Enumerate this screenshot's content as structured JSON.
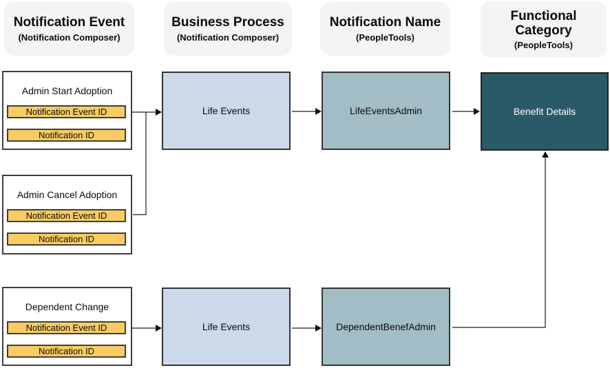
{
  "headers": [
    {
      "title": "Notification Event",
      "subtitle": "(Notification Composer)"
    },
    {
      "title": "Business Process",
      "subtitle": "(Notification Composer)"
    },
    {
      "title": "Notification Name",
      "subtitle": "(PeopleTools)"
    },
    {
      "title": "Functional\nCategory",
      "subtitle": "(PeopleTools)"
    }
  ],
  "events": [
    {
      "title": "Admin Start Adoption",
      "fields": [
        "Notification Event ID",
        "Notification ID"
      ]
    },
    {
      "title": "Admin Cancel Adoption",
      "fields": [
        "Notification Event ID",
        "Notification ID"
      ]
    },
    {
      "title": "Dependent Change",
      "fields": [
        "Notification Event ID",
        "Notification ID"
      ]
    }
  ],
  "processes": [
    {
      "label": "Life Events"
    },
    {
      "label": "Life Events"
    }
  ],
  "notifications": [
    {
      "label": "LifeEventsAdmin"
    },
    {
      "label": "DependentBenefAdmin"
    }
  ],
  "category": {
    "label": "Benefit Details"
  },
  "colors": {
    "header_bg": "#f4f4f4",
    "field_yellow": "#f8cc63",
    "process_lightblue": "#ccd9eb",
    "notification_slate": "#a3bdc6",
    "category_teal": "#2a5a68",
    "box_border": "#3d3d3d",
    "connector": "#1a1a1a"
  }
}
